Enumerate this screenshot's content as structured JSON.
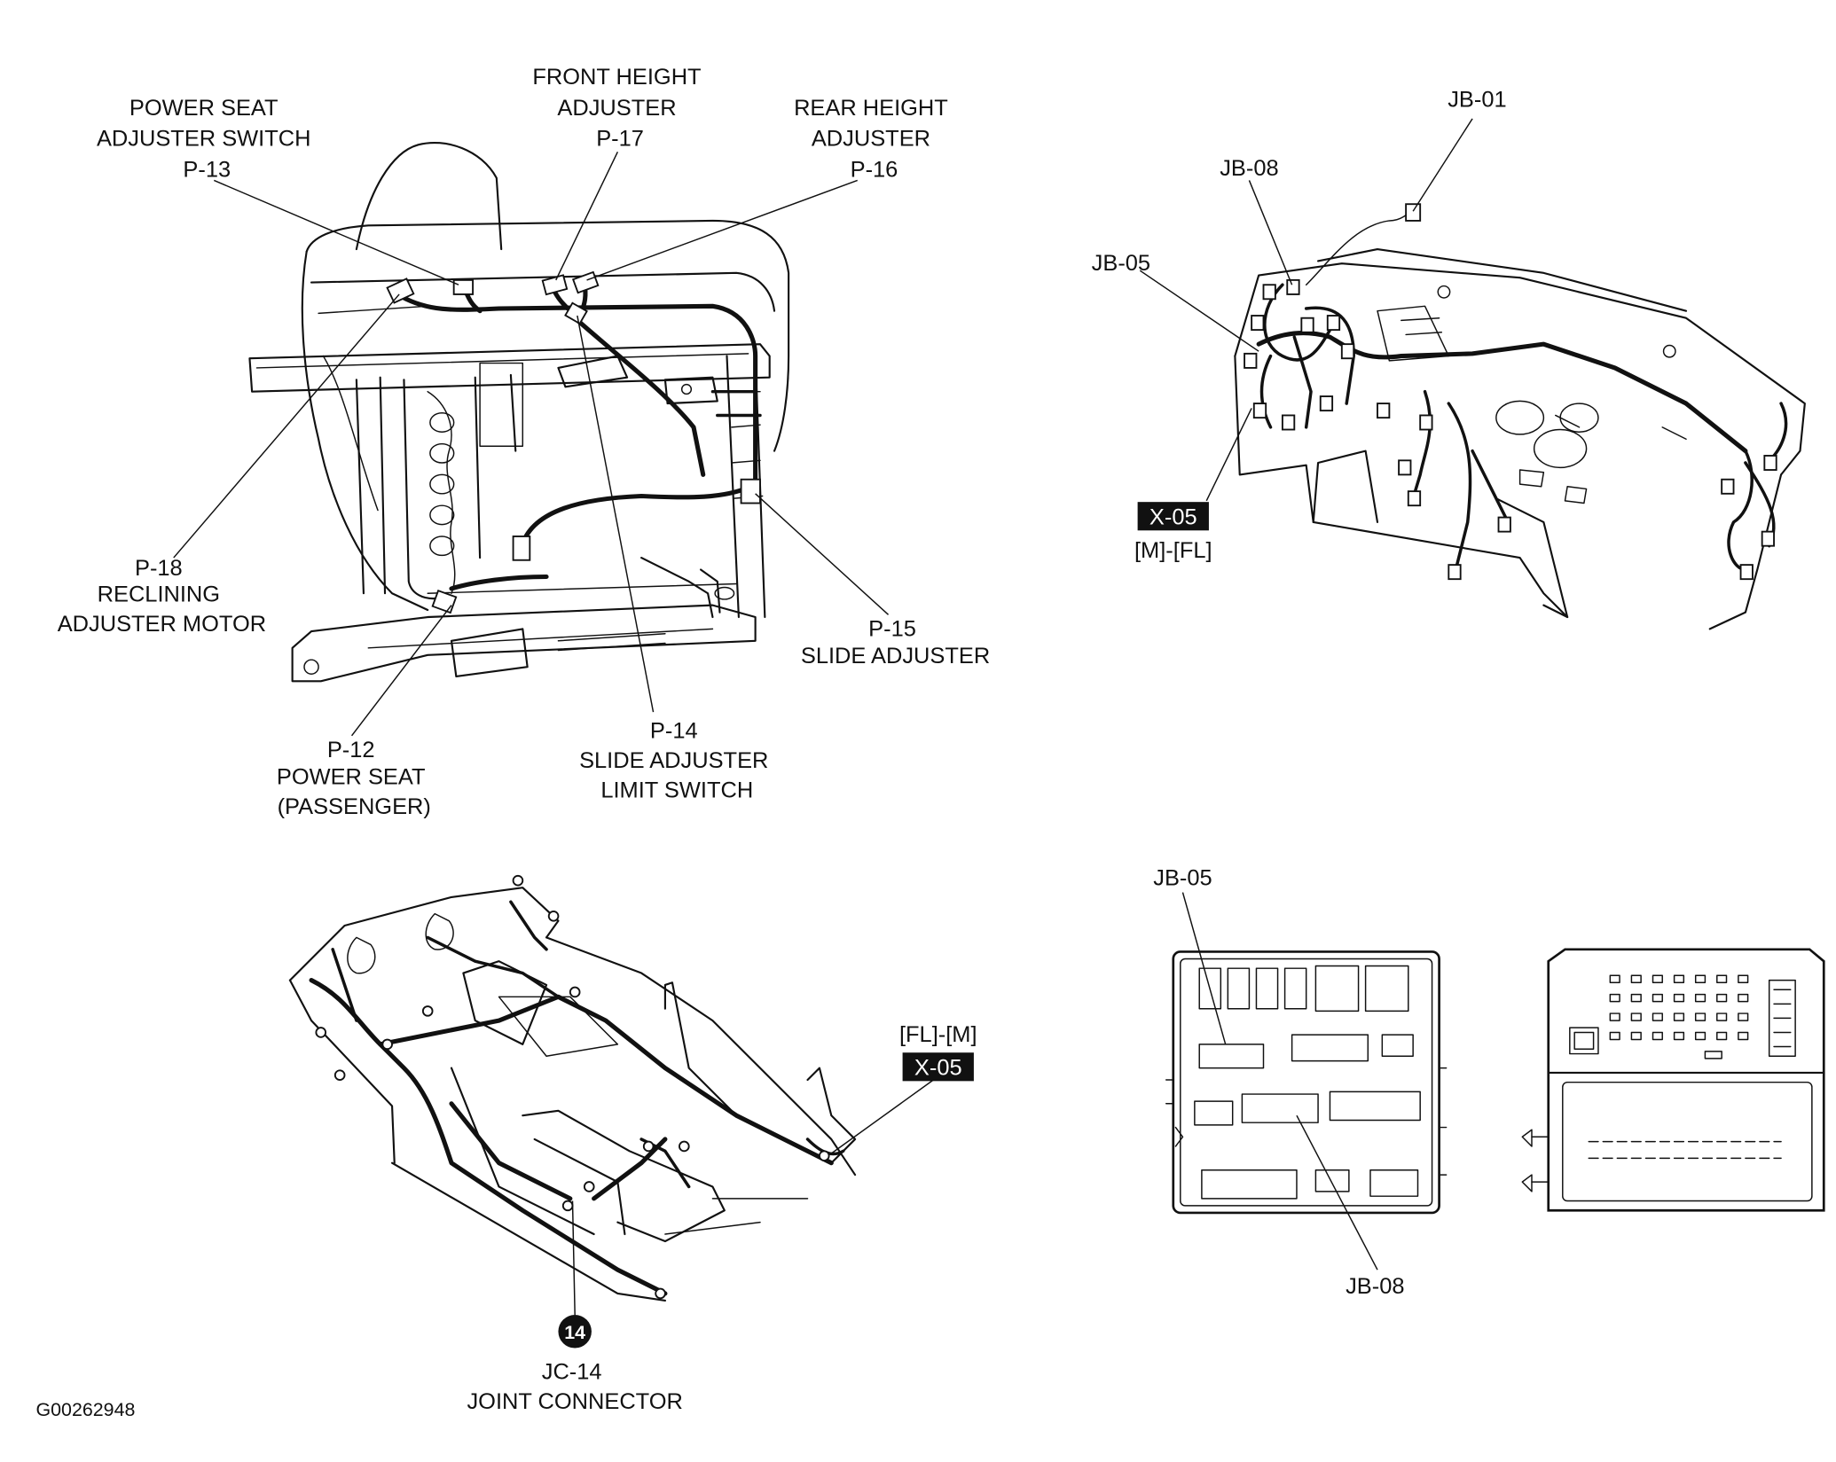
{
  "seat": {
    "p13": [
      "POWER SEAT",
      "ADJUSTER SWITCH",
      "P-13"
    ],
    "p17": [
      "FRONT HEIGHT",
      "ADJUSTER",
      "P-17"
    ],
    "p16": [
      "REAR HEIGHT",
      "ADJUSTER",
      "P-16"
    ],
    "p18": [
      "P-18",
      "RECLINING",
      "ADJUSTER MOTOR"
    ],
    "p15": [
      "P-15",
      "SLIDE ADJUSTER"
    ],
    "p12": [
      "P-12",
      "POWER SEAT",
      "(PASSENGER)"
    ],
    "p14": [
      "P-14",
      "SLIDE ADJUSTER",
      "LIMIT SWITCH"
    ]
  },
  "dash": {
    "jb01": "JB-01",
    "jb08": "JB-08",
    "jb05": "JB-05",
    "x05": "X-05",
    "x05_route": "[M]-[FL]"
  },
  "floor": {
    "x05_route": "[FL]-[M]",
    "x05": "X-05",
    "jc14_badge": "14",
    "jc14": [
      "JC-14",
      "JOINT CONNECTOR"
    ]
  },
  "junction_box": {
    "jb05": "JB-05",
    "jb08": "JB-08"
  },
  "figure_id": "G00262948"
}
